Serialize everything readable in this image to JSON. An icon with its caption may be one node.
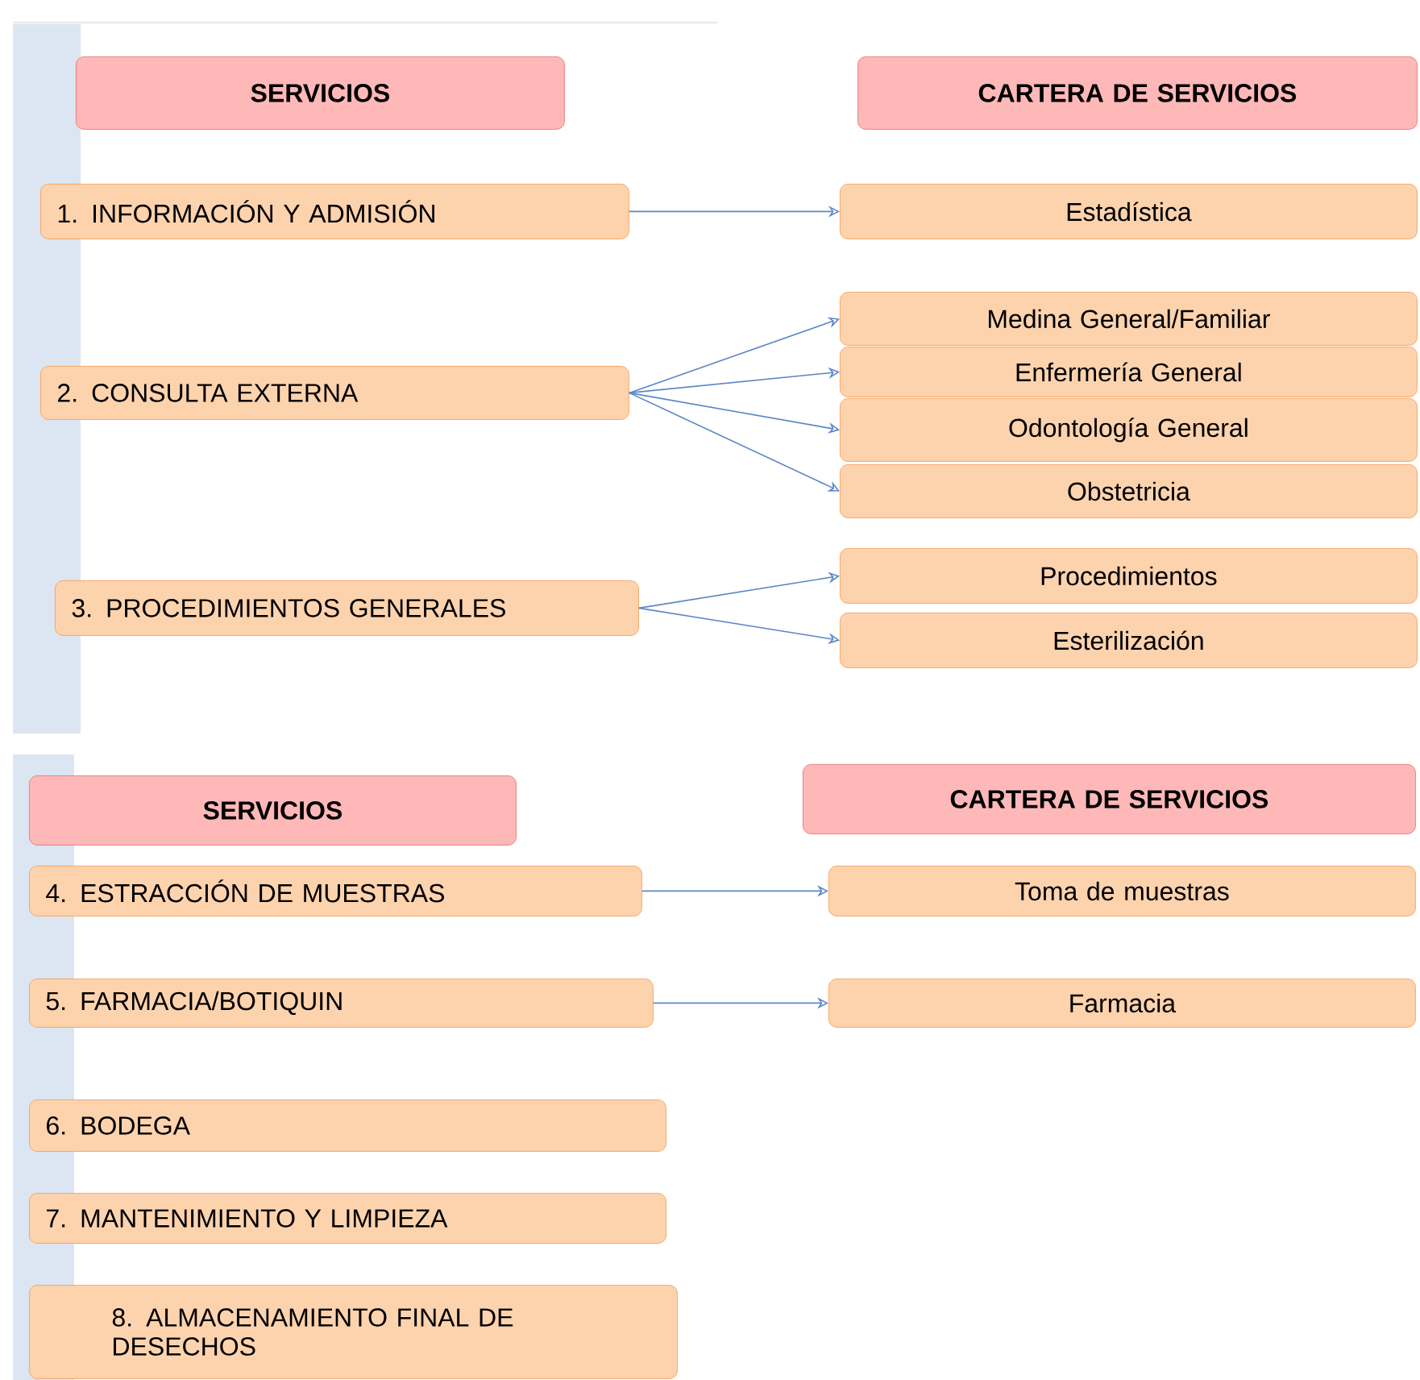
{
  "diagram": {
    "nodes": [
      {
        "text": [
          "SERVICIOS"
        ]
      },
      {
        "text": [
          "CARTERA DE SERVICIOS"
        ]
      },
      {
        "text": [
          "1. INFORMACIÓN Y ADMISIÓN"
        ]
      },
      {
        "text": [
          "Estadística"
        ]
      },
      {
        "text": [
          "2. CONSULTA EXTERNA"
        ]
      },
      {
        "text": [
          "Medina General/Familiar"
        ]
      },
      {
        "text": [
          "Enfermería General"
        ]
      },
      {
        "text": [
          "Odontología General"
        ]
      },
      {
        "text": [
          "Obstetricia"
        ]
      },
      {
        "text": [
          "3. PROCEDIMIENTOS GENERALES"
        ]
      },
      {
        "text": [
          "Procedimientos"
        ]
      },
      {
        "text": [
          "Esterilización"
        ]
      },
      {
        "text": [
          "SERVICIOS"
        ]
      },
      {
        "text": [
          "CARTERA DE SERVICIOS"
        ]
      },
      {
        "text": [
          "4. ESTRACCIÓN DE MUESTRAS"
        ]
      },
      {
        "text": [
          "Toma de muestras"
        ]
      },
      {
        "text": [
          "5. FARMACIA/BOTIQUIN"
        ]
      },
      {
        "text": [
          "Farmacia"
        ]
      },
      {
        "text": [
          "6. BODEGA"
        ]
      },
      {
        "text": [
          "7. MANTENIMIENTO Y LIMPIEZA"
        ]
      },
      {
        "text": [
          "8. ALMACENAMIENTO FINAL DE DESECHOS"
        ]
      }
    ],
    "edges": [
      {
        "from": 2,
        "to": 3,
        "arrow": "to"
      },
      {
        "from": 4,
        "to": 5,
        "arrow": "to"
      },
      {
        "from": 4,
        "to": 6,
        "arrow": "to"
      },
      {
        "from": 4,
        "to": 7,
        "arrow": "to"
      },
      {
        "from": 4,
        "to": 8,
        "arrow": "to"
      },
      {
        "from": 9,
        "to": 10,
        "arrow": "to"
      },
      {
        "from": 9,
        "to": 11,
        "arrow": "to"
      },
      {
        "from": 14,
        "to": 15,
        "arrow": "to"
      },
      {
        "from": 16,
        "to": 17,
        "arrow": "to"
      }
    ]
  }
}
